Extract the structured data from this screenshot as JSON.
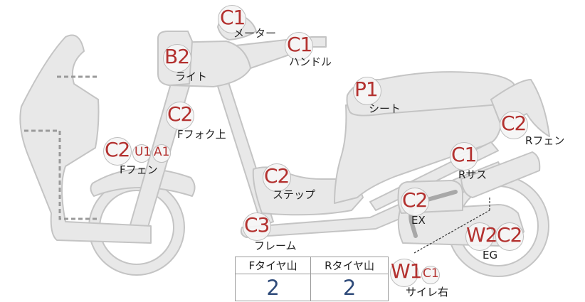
{
  "markers": {
    "meter": {
      "code": "C1",
      "part": "メーター"
    },
    "handle": {
      "code": "C1",
      "part": "ハンドル"
    },
    "light": {
      "code": "B2",
      "part": "ライト"
    },
    "fork_upper": {
      "code": "C2",
      "part": "Fフォク上"
    },
    "f_fender": {
      "code": "C2",
      "code2": "U1",
      "code3": "A1",
      "part": "Fフェン"
    },
    "seat": {
      "code": "P1",
      "part": "シート"
    },
    "r_fender": {
      "code": "C2",
      "part": "Rフェン"
    },
    "r_suspension": {
      "code": "C1",
      "part": "Rサス"
    },
    "step": {
      "code": "C2",
      "part": "ステップ"
    },
    "exhaust": {
      "code": "C2",
      "part": "EX"
    },
    "frame": {
      "code": "C3",
      "part": "フレーム"
    },
    "engine": {
      "code": "W2",
      "code2": "C2",
      "part": "EG"
    },
    "muffler": {
      "code": "W1",
      "code2": "C1",
      "part": "サイレ右"
    }
  },
  "tire_table": {
    "front_header": "Fタイヤ山",
    "rear_header": "Rタイヤ山",
    "front_value": "2",
    "rear_value": "2"
  },
  "colors": {
    "body_fill": "#e8e8e8",
    "outline": "#c4c4c4",
    "code_text": "#b3312f",
    "table_value": "#2f4b7a"
  }
}
